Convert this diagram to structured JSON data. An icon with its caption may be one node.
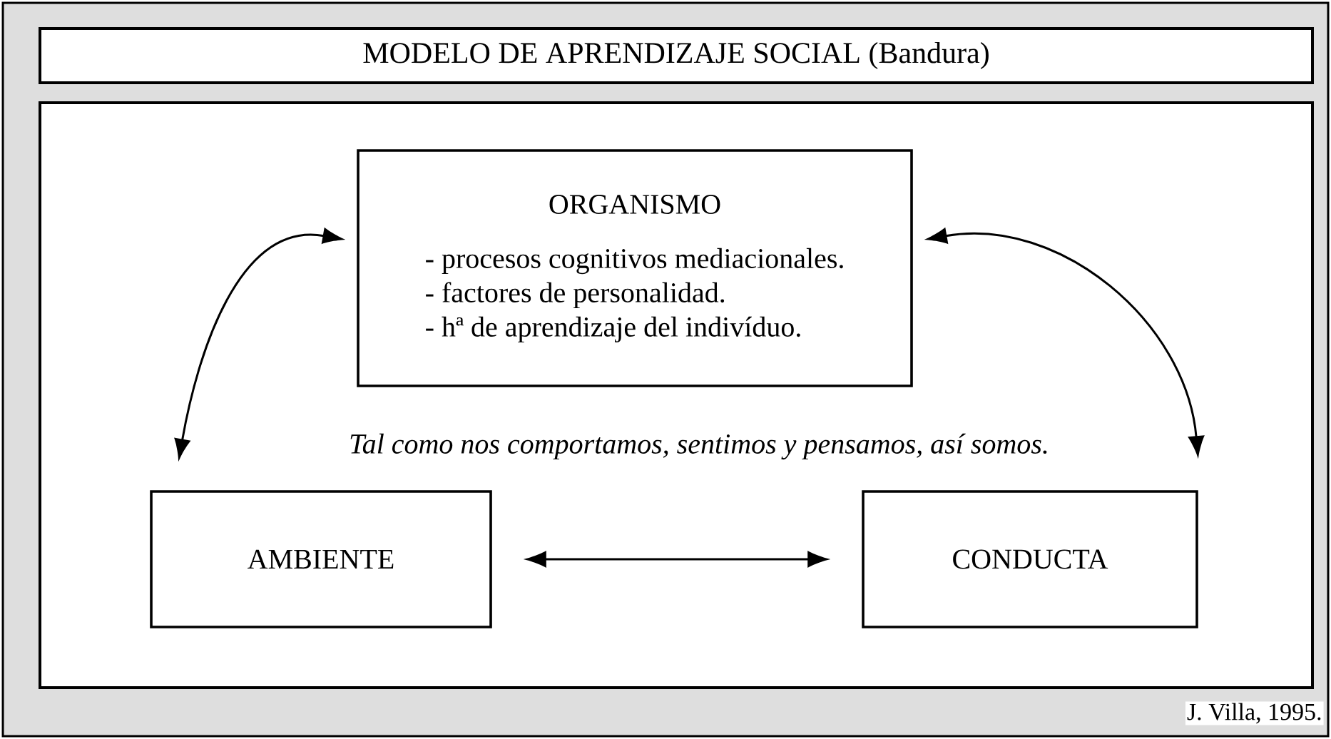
{
  "diagram": {
    "title": "MODELO DE APRENDIZAJE SOCIAL (Bandura)",
    "nodes": [
      {
        "text": [
          "ORGANISMO",
          "- procesos cognitivos mediacionales.",
          "- factores de personalidad.",
          "- hª de aprendizaje del indivíduo."
        ]
      },
      {
        "text": [
          "AMBIENTE"
        ]
      },
      {
        "text": [
          "CONDUCTA"
        ]
      }
    ],
    "edges": [
      {
        "from": 0,
        "to": 1,
        "arrow": "both"
      },
      {
        "from": 0,
        "to": 2,
        "arrow": "both"
      },
      {
        "from": 1,
        "to": 2,
        "arrow": "both"
      }
    ],
    "labels": [
      "Tal como nos comportamos, sentimos y pensamos, así somos.",
      "J. Villa, 1995."
    ]
  }
}
